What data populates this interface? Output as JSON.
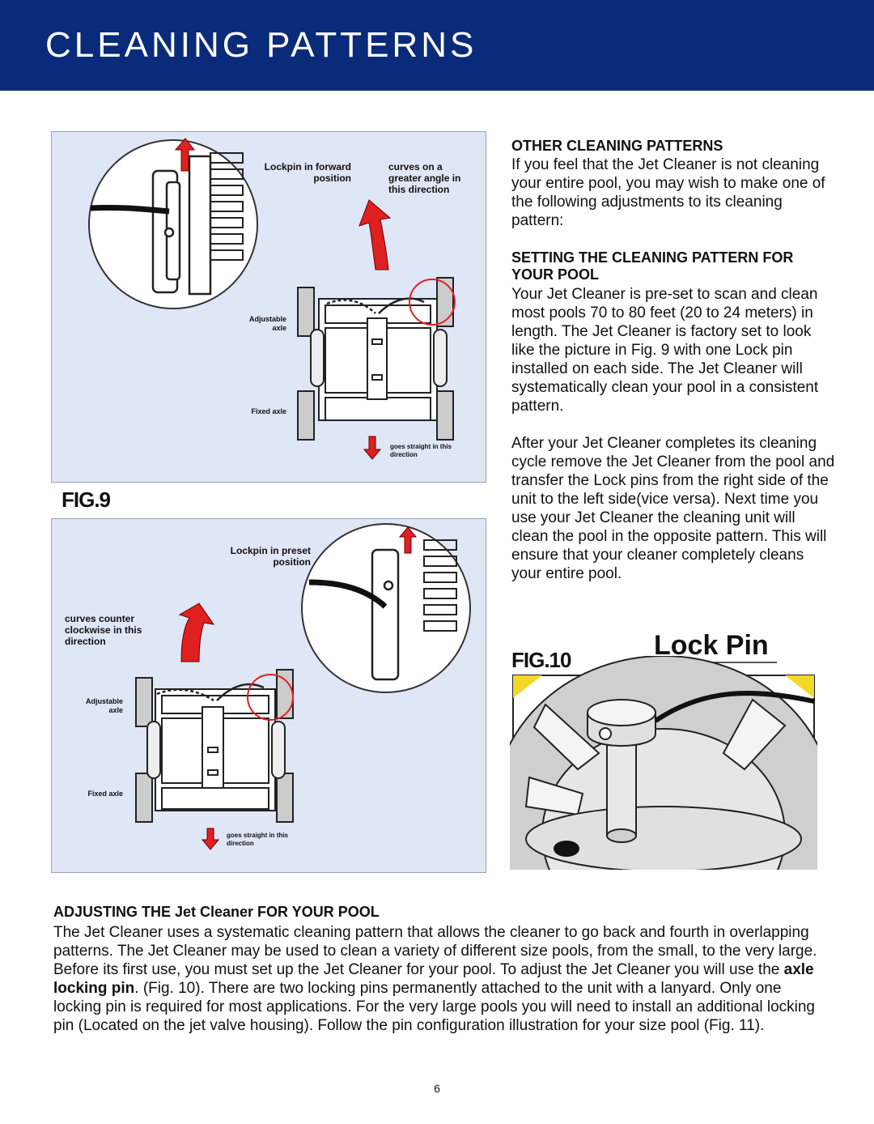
{
  "header": {
    "title": "CLEANING PATTERNS"
  },
  "fig9": {
    "label": "FIG.9",
    "lockpin_label": "Lockpin in forward position",
    "curves_label": "curves on a greater angle in this direction",
    "adjustable_axle": "Adjustable axle",
    "fixed_axle": "Fixed axle",
    "straight_label": "goes straight in this direction"
  },
  "fig9b": {
    "lockpin_label": "Lockpin in preset position",
    "curves_label": "curves counter clockwise in this direction",
    "adjustable_axle": "Adjustable axle",
    "fixed_axle": "Fixed axle",
    "straight_label": "goes straight in this direction"
  },
  "fig10": {
    "label": "FIG.10",
    "callout": "Lock Pin"
  },
  "right": {
    "heading1": "OTHER CLEANING PATTERNS",
    "para1": "If you feel that the Jet Cleaner is not cleaning your entire pool, you may wish to make one of the following adjustments to its cleaning pattern:",
    "heading2": "SETTING THE CLEANING PATTERN FOR YOUR POOL",
    "para2": "Your Jet Cleaner is pre-set to scan and clean most pools 70 to 80 feet (20 to 24 meters) in length. The Jet Cleaner is factory set to look like the picture in Fig. 9 with one Lock pin installed on each side. The Jet Cleaner will systematically clean your pool in a consistent pattern.",
    "para3": "After your Jet Cleaner completes its cleaning cycle  remove the Jet Cleaner from the pool and transfer the Lock pins from the right side of the unit to the left side(vice versa). Next time you use your Jet Cleaner the cleaning unit will clean the pool in the opposite pattern. This will ensure that your cleaner completely cleans your entire pool."
  },
  "bottom": {
    "heading": "ADJUSTING THE Jet Cleaner FOR YOUR POOL",
    "para_before_bold": "The Jet Cleaner uses a systematic cleaning pattern that allows the cleaner to go back and fourth in overlapping patterns. The Jet Cleaner may be used to clean a variety of different size pools, from the small, to the very large. Before its first use, you must set up the Jet Cleaner for your pool. To adjust the Jet Cleaner you will use the ",
    "para_bold": "axle locking pin",
    "para_after_bold": ". (Fig. 10). There are two locking pins permanently attached to the unit with a lanyard. Only one locking pin is required for most applications. For the very large pools you will need to install an additional locking pin (Located on the jet valve housing). Follow the pin configuration illustration for your size pool (Fig. 11)."
  },
  "page_number": "6",
  "colors": {
    "header_bg": "#0a2a7a",
    "figure_bg": "#dfe6f6",
    "arrow_red": "#e02020"
  }
}
